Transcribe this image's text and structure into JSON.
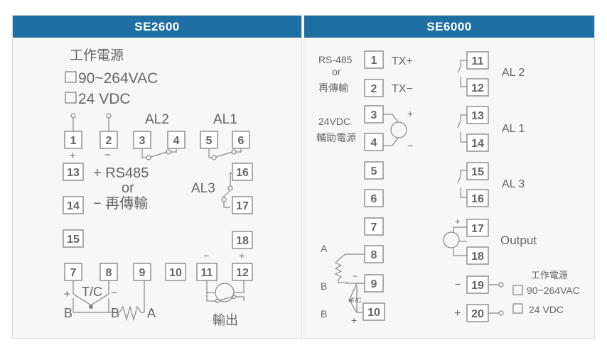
{
  "colors": {
    "header": "#1d6fa4",
    "panel": "#f7f7f7",
    "line": "#8a8a8a",
    "text": "#666666"
  },
  "left": {
    "title": "SE2600",
    "power_title": "工作電源",
    "power_ac": "90~264VAC",
    "power_dc": "24 VDC",
    "terminals": [
      "1",
      "2",
      "3",
      "4",
      "5",
      "6",
      "13",
      "16",
      "14",
      "17",
      "15",
      "18",
      "7",
      "8",
      "9",
      "10",
      "11",
      "12"
    ],
    "al2": "AL2",
    "al1": "AL1",
    "al3": "AL3",
    "plus": "+",
    "minus": "−",
    "rs485_line": "+ RS485",
    "or": "or",
    "minus_line": "− 再傳輸",
    "tc_label": "T/C",
    "b1": "B",
    "b2": "B",
    "a": "A",
    "output": "輸出"
  },
  "right": {
    "title": "SE6000",
    "rs485": "RS-485",
    "or": "or",
    "retrans": "再傳輸",
    "tx_plus": "TX+",
    "tx_minus": "TX−",
    "vdc": "24VDC",
    "aux": "輔助電源",
    "plus": "+",
    "minus": "−",
    "terminals_left": [
      "1",
      "2",
      "3",
      "4",
      "5",
      "6",
      "7",
      "8",
      "9",
      "10"
    ],
    "terminals_right": [
      "11",
      "12",
      "13",
      "14",
      "15",
      "16",
      "17",
      "18",
      "19",
      "20"
    ],
    "al2": "AL 2",
    "al1": "AL 1",
    "al3": "AL 3",
    "output": "Output",
    "a": "A",
    "b1": "B",
    "b2": "B",
    "tc_label": "T/C",
    "power_title": "工作電源",
    "power_ac": "90~264VAC",
    "power_dc": "24 VDC"
  }
}
